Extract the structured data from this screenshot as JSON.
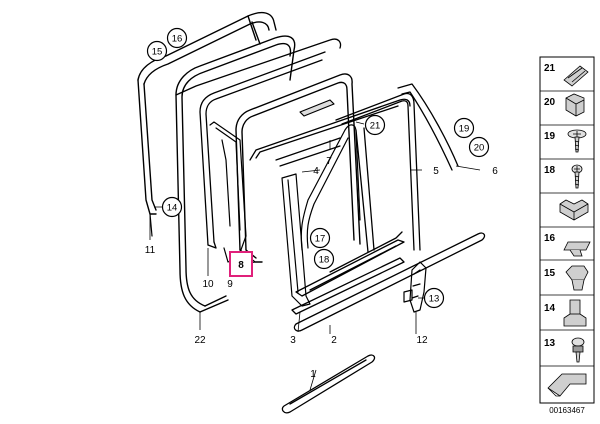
{
  "callouts": {
    "c1": "1",
    "c2": "2",
    "c3": "3",
    "c4": "4",
    "c5": "5",
    "c6": "6",
    "c7": "7",
    "c8": "8",
    "c9": "9",
    "c10": "10",
    "c11": "11",
    "c12": "12",
    "c13": "13",
    "c14": "14",
    "c15": "15",
    "c16": "16",
    "c17": "17",
    "c18": "18",
    "c19": "19",
    "c20": "20",
    "c21": "21",
    "c22": "22"
  },
  "parts_panel": {
    "items": [
      "21",
      "20",
      "19",
      "18",
      "",
      "16",
      "15",
      "14",
      "13"
    ]
  },
  "diagram_id": "00163467",
  "highlight_color": "#e0207a"
}
